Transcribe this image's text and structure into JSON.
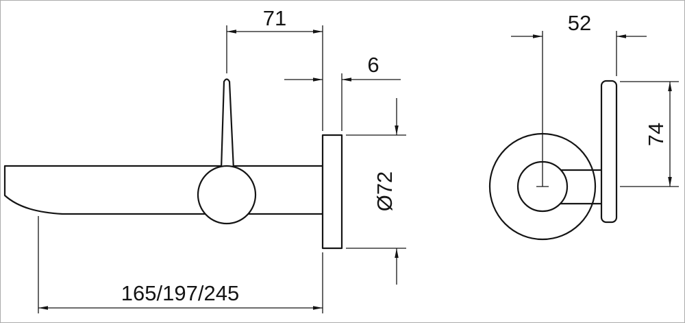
{
  "colors": {
    "line": "#141414",
    "background": "#ffffff",
    "frame_border": "#ababab"
  },
  "dimensions": {
    "side_view": {
      "lever_to_wall": "71",
      "plate_thickness": "6",
      "escutcheon_diameter": "Ø72",
      "spout_projection": "165/197/245"
    },
    "front_view": {
      "center_to_handle": "52",
      "handle_length": "74"
    }
  }
}
